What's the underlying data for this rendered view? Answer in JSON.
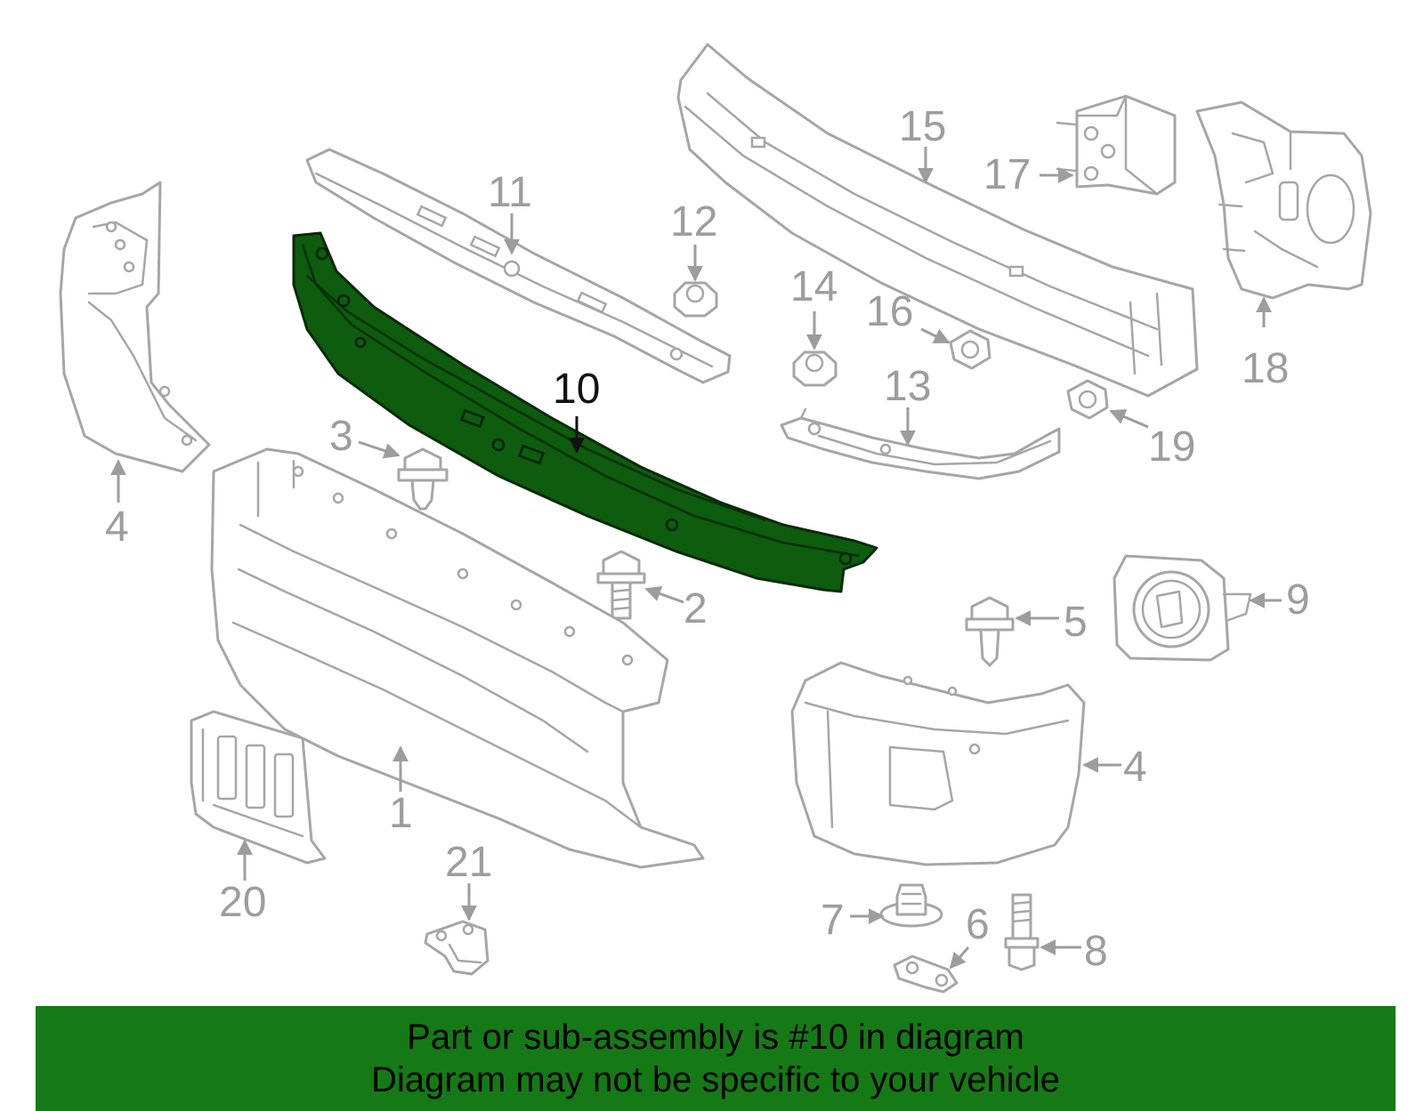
{
  "callouts": {
    "c1": "1",
    "c2": "2",
    "c3": "3",
    "c4a": "4",
    "c4b": "4",
    "c5": "5",
    "c6": "6",
    "c7": "7",
    "c8": "8",
    "c9": "9",
    "c10": "10",
    "c11": "11",
    "c12": "12",
    "c13": "13",
    "c14": "14",
    "c15": "15",
    "c16": "16",
    "c17": "17",
    "c18": "18",
    "c19": "19",
    "c20": "20",
    "c21": "21"
  },
  "highlighted_part": "10",
  "colors": {
    "highlight_fill": "#0e5c0e",
    "banner_background": "#157a15",
    "part_outline": "#a6a6a6",
    "callout_text": "#9d9d9d"
  },
  "banner": {
    "line1": "Part or sub-assembly is #10 in diagram",
    "line2": "Diagram may not be specific to your vehicle"
  }
}
